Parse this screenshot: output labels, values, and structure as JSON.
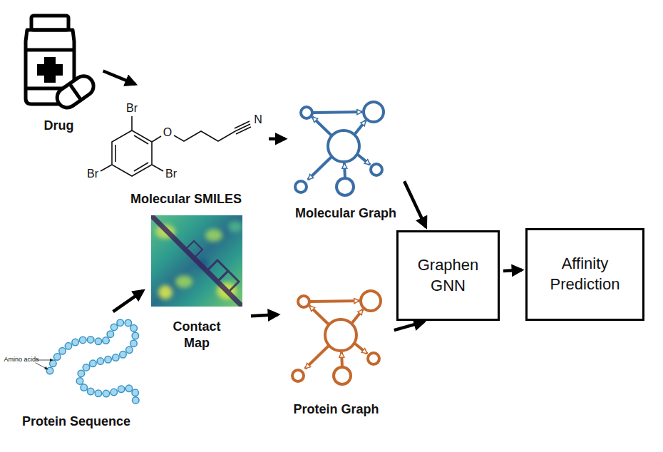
{
  "diagram": {
    "nodes": [
      {
        "text": [
          "Drug"
        ]
      },
      {
        "text": [
          "Molecular SMILES"
        ]
      },
      {
        "text": [
          "Molecular Graph"
        ]
      },
      {
        "text": [
          "Contact Map"
        ]
      },
      {
        "text": [
          "Protein Sequence"
        ]
      },
      {
        "text": [
          "Protein Graph"
        ]
      },
      {
        "text": [
          "Graphen GNN"
        ]
      },
      {
        "text": [
          "Affinity Prediction"
        ]
      }
    ],
    "edges": [
      {
        "from": 0,
        "to": 1,
        "arrow": "to"
      },
      {
        "from": 1,
        "to": 2,
        "arrow": "to"
      },
      {
        "from": 2,
        "to": 6,
        "arrow": "to"
      },
      {
        "from": 4,
        "to": 3,
        "arrow": "to"
      },
      {
        "from": 3,
        "to": 5,
        "arrow": "to"
      },
      {
        "from": 5,
        "to": 6,
        "arrow": "to"
      },
      {
        "from": 6,
        "to": 7,
        "arrow": "to"
      }
    ],
    "labels": [
      "Br",
      "Br",
      "Br",
      "O",
      "N",
      "Amino acids"
    ]
  }
}
